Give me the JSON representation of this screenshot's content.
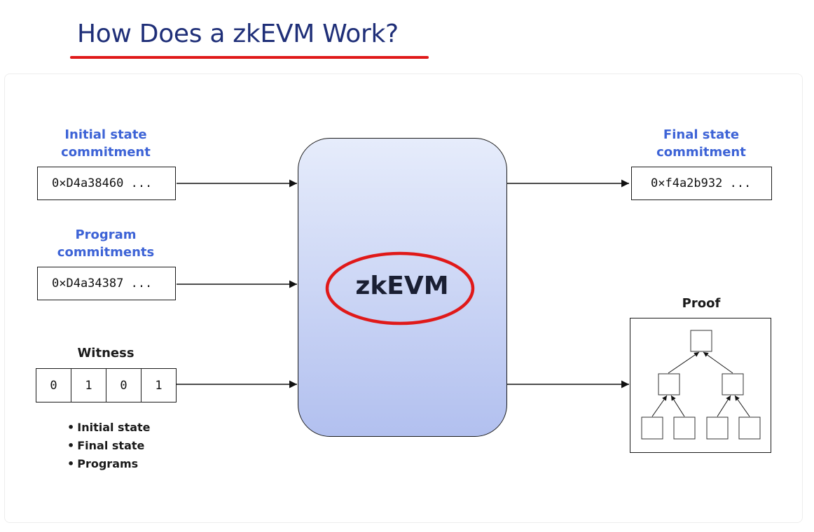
{
  "title": "How Does a zkEVM Work?",
  "inputs": {
    "initial_state": {
      "label_line1": "Initial state",
      "label_line2": "commitment",
      "value": "0×D4a38460 ..."
    },
    "program": {
      "label_line1": "Program",
      "label_line2": "commitments",
      "value": "0×D4a34387 ..."
    },
    "witness": {
      "label": "Witness",
      "bits": [
        "0",
        "1",
        "0",
        "1"
      ],
      "bullets": [
        "Initial state",
        "Final state",
        "Programs"
      ]
    }
  },
  "processor": {
    "label": "zkEVM"
  },
  "outputs": {
    "final_state": {
      "label_line1": "Final state",
      "label_line2": "commitment",
      "value": "0×f4a2b932 ..."
    },
    "proof": {
      "label": "Proof"
    }
  },
  "colors": {
    "title": "#1f2f78",
    "accent_red": "#e01919",
    "label_blue": "#3d63d6"
  }
}
